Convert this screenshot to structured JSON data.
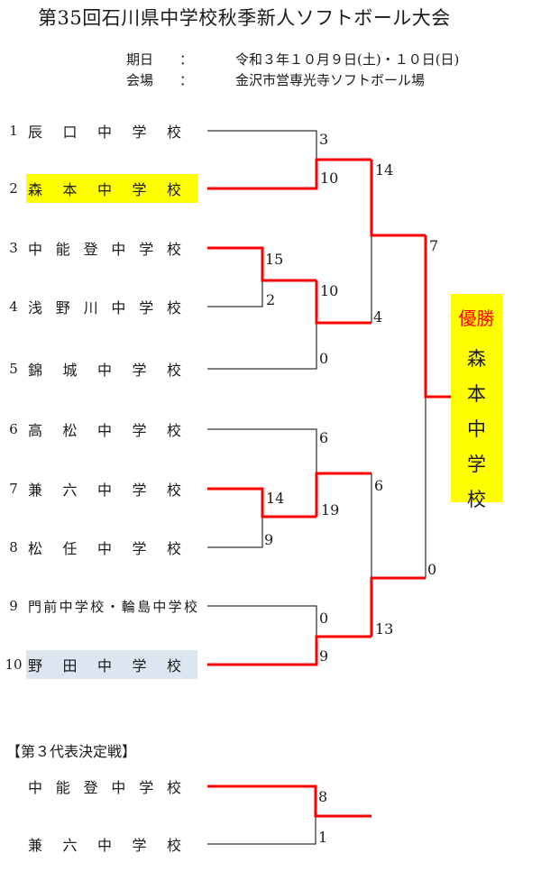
{
  "title": "第35回石川県中学校秋季新人ソフトボール大会",
  "info": {
    "date_label": "期日",
    "colon": "：",
    "date_value": "令和３年１０月９日(土)・１０日(日)",
    "venue_label": "会場",
    "venue_value": "金沢市営専光寺ソフトボール場"
  },
  "colors": {
    "winner_line": "#ff0000",
    "loser_line": "#000000",
    "champion_highlight": "#ffff00",
    "runnerup_highlight": "#dce6f1",
    "champion_label_color": "#ff0000"
  },
  "bracket": {
    "teams": [
      {
        "seed": "1",
        "name": "辰口中学校",
        "highlight": ""
      },
      {
        "seed": "2",
        "name": "森本中学校",
        "highlight": "#ffff00"
      },
      {
        "seed": "3",
        "name": "中能登中学校",
        "highlight": ""
      },
      {
        "seed": "4",
        "name": "浅野川中学校",
        "highlight": ""
      },
      {
        "seed": "5",
        "name": "錦城中学校",
        "highlight": ""
      },
      {
        "seed": "6",
        "name": "高松中学校",
        "highlight": ""
      },
      {
        "seed": "7",
        "name": "兼六中学校",
        "highlight": ""
      },
      {
        "seed": "8",
        "name": "松任中学校",
        "highlight": ""
      },
      {
        "seed": "9",
        "name": "門前中学校・輪島中学校",
        "highlight": ""
      },
      {
        "seed": "10",
        "name": "野田中学校",
        "highlight": "#dce6f1"
      }
    ],
    "scores": {
      "m1_top": "3",
      "m1_bottom": "10",
      "m2_top": "15",
      "m2_bottom": "2",
      "m3_top": "10",
      "m3_bottom": "0",
      "m4_top": "14",
      "m4_bottom": "4",
      "m5_top": "14",
      "m5_bottom": "9",
      "m6_top": "6",
      "m6_bottom": "19",
      "m7_top": "0",
      "m7_bottom": "9",
      "m8_top": "6",
      "m8_bottom": "13",
      "final_top": "7",
      "final_bottom": "0"
    }
  },
  "champion": {
    "label": "優勝",
    "name": "森本中学校"
  },
  "third_place_playoff": {
    "heading": "【第３代表決定戦】",
    "team_top": "中能登中学校",
    "team_bottom": "兼六中学校",
    "score_top": "8",
    "score_bottom": "1"
  }
}
